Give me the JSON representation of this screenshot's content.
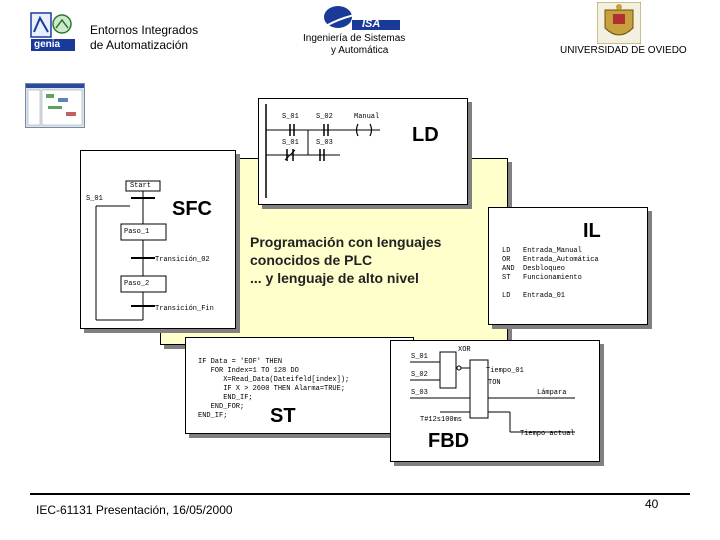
{
  "header": {
    "left_title_line1": "Entornos Integrados",
    "left_title_line2": "de Automatización",
    "left_logo_text": "genia",
    "center_line1": "Ingeniería de Sistemas",
    "center_line2": "y Automática",
    "center_logo_text": "ISA",
    "right_title": "UNIVERSIDAD DE OVIEDO"
  },
  "ld": {
    "title": "LD",
    "contacts": [
      "S_01",
      "S_02",
      "Manual",
      "S_01",
      "S_03"
    ]
  },
  "sfc": {
    "title": "SFC",
    "start": "Start",
    "s01": "S_01",
    "step1": "Paso_1",
    "transition2": "Transición_02",
    "step2": "Paso_2",
    "transition_end": "Transición_Fin"
  },
  "main": {
    "line1": "Programación con lenguajes",
    "line2": "conocidos de PLC",
    "line3": "... y lenguaje de alto nivel"
  },
  "il": {
    "title": "IL",
    "lines": [
      "LD   Entrada_Manual",
      "OR   Entrada_Automática",
      "AND  Desbloqueo",
      "ST   Funcionamiento",
      "",
      "LD   Entrada_01"
    ]
  },
  "st": {
    "title": "ST",
    "lines": [
      "IF Data = 'EOF' THEN",
      "   FOR Index=1 TO 128 DO",
      "      X=Read_Data(Dateifeld[index]);",
      "      IF X > 2600 THEN Alarma=TRUE;",
      "      END_IF;",
      "   END_FOR;",
      "END_IF;"
    ]
  },
  "fbd": {
    "title": "FBD",
    "s01": "S_01",
    "s02": "S_02",
    "s03": "S_03",
    "xor": "XOR",
    "tiempo01": "Tiempo_01",
    "ton": "TON",
    "lampara": "Lámpara",
    "time_const": "T#12s100ms",
    "tiempo_actual": "Tiempo actual"
  },
  "footer": {
    "left": "IEC-61131 Presentación, 16/05/2000",
    "page": "40"
  },
  "colors": {
    "yellow_panel": "#ffffcc",
    "logo_blue": "#1a3a9a",
    "shadow": "#808080"
  }
}
